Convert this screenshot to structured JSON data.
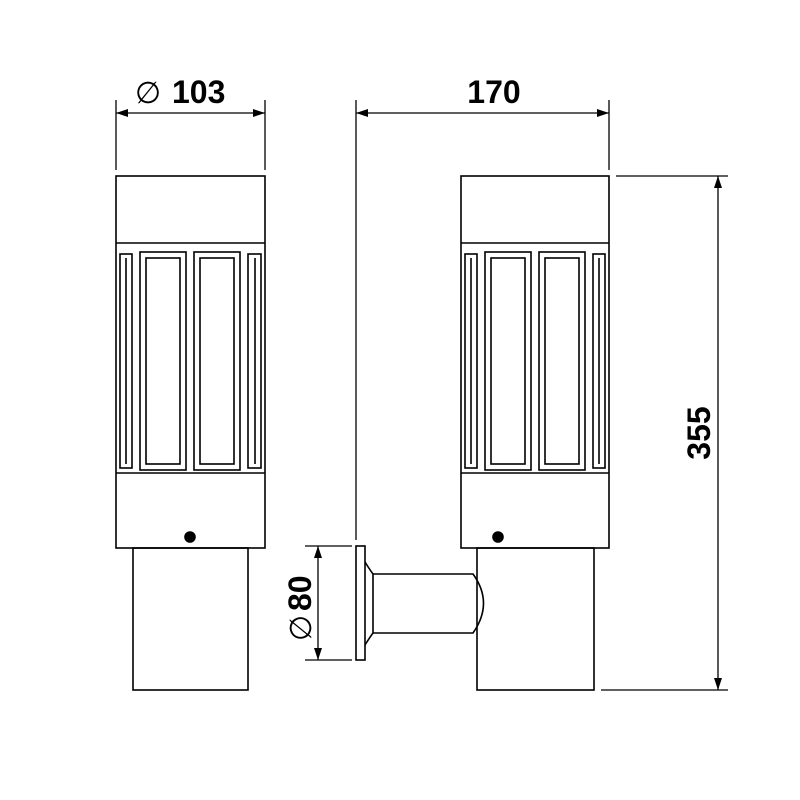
{
  "dimensions": {
    "diameter_symbol": "∅",
    "diameter_top": "103",
    "projection": "170",
    "height": "355",
    "diameter_plate": "80"
  },
  "colors": {
    "stroke": "#000000",
    "background": "#ffffff"
  }
}
